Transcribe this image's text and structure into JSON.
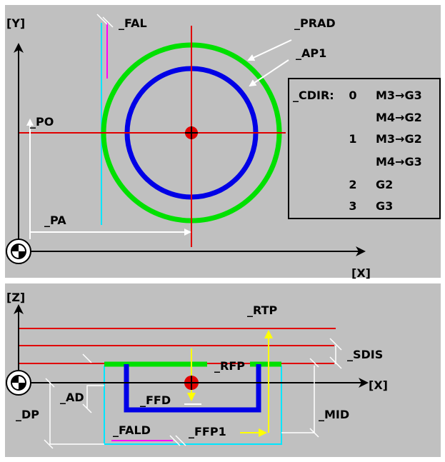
{
  "colors": {
    "background": "#c0c0c0",
    "outer_circle": "#00e000",
    "inner_circle": "#0000e6",
    "axis_line": "#e00000",
    "guide_line": "#00e6ff",
    "magenta_line": "#ff00ff",
    "arrow_yellow": "#ffff00",
    "arrow_white": "#ffffff",
    "text": "#000000"
  },
  "top_view": {
    "y_axis_label": "[Y]",
    "x_axis_label": "[X]",
    "fal_label": "_FAL",
    "prad_label": "_PRAD",
    "ap1_label": "_AP1",
    "po_label": "_PO",
    "pa_label": "_PA"
  },
  "cdir_table": {
    "title": "_CDIR:",
    "rows": [
      {
        "num": "0",
        "text": "M3→G3"
      },
      {
        "num": "",
        "text": "M4→G2"
      },
      {
        "num": "1",
        "text": "M3→G2"
      },
      {
        "num": "",
        "text": "M4→G3"
      },
      {
        "num": "2",
        "text": "G2"
      },
      {
        "num": "3",
        "text": "G3"
      }
    ]
  },
  "side_view": {
    "z_axis_label": "[Z]",
    "x_axis_label": "[X]",
    "rtp_label": "_RTP",
    "sdis_label": "_SDIS",
    "rfp_label": "_RFP",
    "ad_label": "_AD",
    "dp_label": "_DP",
    "ffd_label": "_FFD",
    "mid_label": "_MID",
    "fald_label": "_FALD",
    "ffp1_label": "_FFP1"
  }
}
